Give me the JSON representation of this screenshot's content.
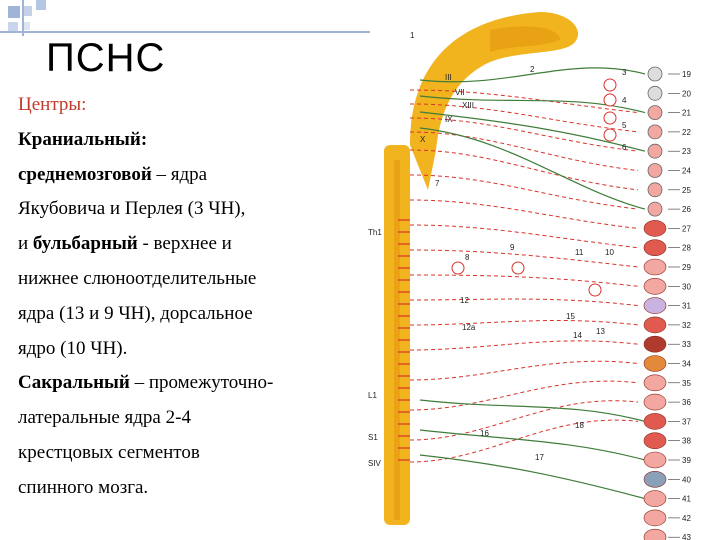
{
  "slide": {
    "title": "ПСНС",
    "lines": [
      {
        "parts": [
          {
            "text": "Центры:",
            "style": "red"
          }
        ]
      },
      {
        "parts": [
          {
            "text": "Краниальный:",
            "style": "bold"
          }
        ]
      },
      {
        "parts": [
          {
            "text": "среднемозговой",
            "style": "bold"
          },
          {
            "text": " – ядра",
            "style": "normal"
          }
        ]
      },
      {
        "parts": [
          {
            "text": "Якубовича и Перлея (3 ЧН),",
            "style": "normal"
          }
        ]
      },
      {
        "parts": [
          {
            "text": "и ",
            "style": "normal"
          },
          {
            "text": "бульбарный",
            "style": "bold"
          },
          {
            "text": " - верхнее и",
            "style": "normal"
          }
        ]
      },
      {
        "parts": [
          {
            "text": "нижнее слюноотделительные",
            "style": "normal"
          }
        ]
      },
      {
        "parts": [
          {
            "text": "ядра (13 и 9 ЧН), дорсальное",
            "style": "normal"
          }
        ]
      },
      {
        "parts": [
          {
            "text": "ядро (10 ЧН).",
            "style": "normal"
          }
        ]
      },
      {
        "parts": [
          {
            "text": "Сакральный",
            "style": "bold"
          },
          {
            "text": " – промежуточно-",
            "style": "normal"
          }
        ]
      },
      {
        "parts": [
          {
            "text": "латеральные ядра 2-4",
            "style": "normal"
          }
        ]
      },
      {
        "parts": [
          {
            "text": "крестцовых сегментов",
            "style": "normal"
          }
        ]
      },
      {
        "parts": [
          {
            "text": "спинного мозга.",
            "style": "normal"
          }
        ]
      }
    ]
  },
  "figure": {
    "numbers_left": [
      "1",
      "2",
      "3",
      "4",
      "5",
      "6",
      "7",
      "8",
      "9",
      "10",
      "11",
      "12",
      "12a",
      "13",
      "14",
      "15",
      "16",
      "17",
      "18"
    ],
    "numbers_right": [
      "19",
      "20",
      "21",
      "22",
      "23",
      "24",
      "25",
      "26",
      "27",
      "28",
      "29",
      "30",
      "31",
      "32",
      "33",
      "34",
      "35",
      "36",
      "37",
      "38",
      "39",
      "40",
      "41",
      "42",
      "43"
    ],
    "cranial_labels": [
      "III",
      "VII",
      "XIII",
      "IX",
      "X"
    ],
    "segment_labels": [
      "Th1",
      "L1",
      "S1",
      "SIV"
    ],
    "colors": {
      "cord": "#f2b41e",
      "red_nerve": "#d9332b",
      "green_nerve": "#3f7d3a",
      "organ_red": "#e05a4f",
      "organ_pink": "#f2a7a0"
    }
  }
}
